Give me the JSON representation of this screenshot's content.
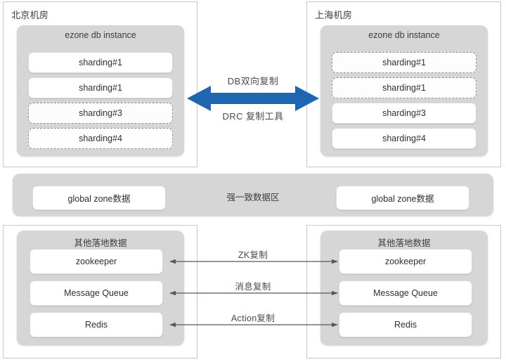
{
  "colors": {
    "arrow_blue": "#1f66b0",
    "panel_gray": "#d6d6d6",
    "frame_border": "#c9c9c9",
    "connector_line": "#55585c",
    "text": "#3d3d3d"
  },
  "datacenters": {
    "left": {
      "title": "北京机房",
      "db": {
        "title": "ezone db instance",
        "shardings": [
          {
            "label": "sharding#1",
            "style": "solid"
          },
          {
            "label": "sharding#1",
            "style": "solid"
          },
          {
            "label": "sharding#3",
            "style": "dashed"
          },
          {
            "label": "sharding#4",
            "style": "dashed"
          }
        ]
      },
      "global_zone": {
        "label": "global zone数据"
      },
      "other": {
        "title": "其他落地数据",
        "items": [
          {
            "label": "zookeeper"
          },
          {
            "label": "Message Queue"
          },
          {
            "label": "Redis"
          }
        ]
      }
    },
    "right": {
      "title": "上海机房",
      "db": {
        "title": "ezone db instance",
        "shardings": [
          {
            "label": "sharding#1",
            "style": "dashed"
          },
          {
            "label": "sharding#1",
            "style": "dashed"
          },
          {
            "label": "sharding#3",
            "style": "solid"
          },
          {
            "label": "sharding#4",
            "style": "solid"
          }
        ]
      },
      "global_zone": {
        "label": "global zone数据"
      },
      "other": {
        "title": "其他落地数据",
        "items": [
          {
            "label": "zookeeper"
          },
          {
            "label": "Message Queue"
          },
          {
            "label": "Redis"
          }
        ]
      }
    }
  },
  "middle_band": {
    "label": "强一致数据区"
  },
  "drc": {
    "top_label": "DB双向复制",
    "bottom_label": "DRC 复制工具",
    "arrow_icon": "double-headed-arrow-icon"
  },
  "replication_links": [
    {
      "label": "ZK复制",
      "arrow_icon": "double-headed-arrow-icon"
    },
    {
      "label": "消息复制",
      "arrow_icon": "double-headed-arrow-icon"
    },
    {
      "label": "Action复制",
      "arrow_icon": "double-headed-arrow-icon"
    }
  ]
}
